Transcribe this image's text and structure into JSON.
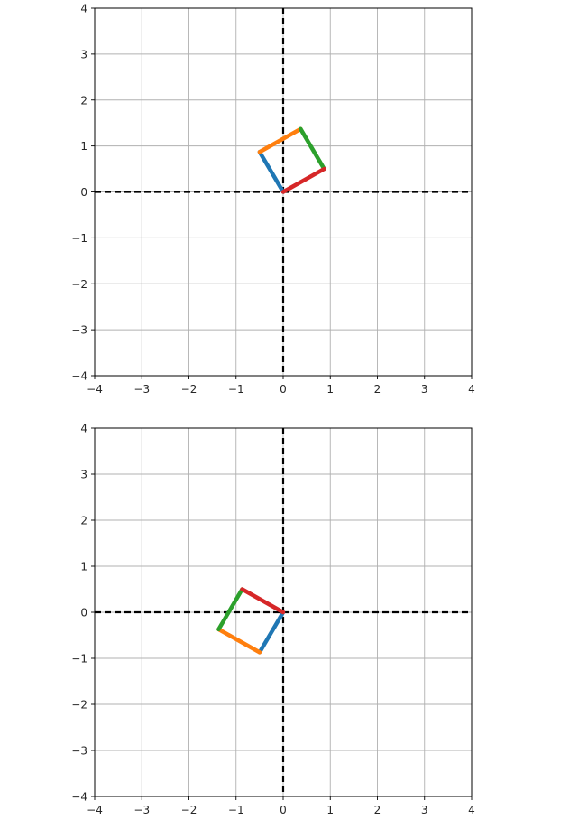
{
  "chart_data": [
    {
      "type": "line",
      "title": "",
      "xlabel": "",
      "ylabel": "",
      "xlim": [
        -4,
        4
      ],
      "ylim": [
        -4,
        4
      ],
      "xticks": [
        -4,
        -3,
        -2,
        -1,
        0,
        1,
        2,
        3,
        4
      ],
      "yticks": [
        -4,
        -3,
        -2,
        -1,
        0,
        1,
        2,
        3,
        4
      ],
      "xtick_labels": [
        "−4",
        "−3",
        "−2",
        "−1",
        "0",
        "1",
        "2",
        "3",
        "4"
      ],
      "ytick_labels": [
        "−4",
        "−3",
        "−2",
        "−1",
        "0",
        "1",
        "2",
        "3",
        "4"
      ],
      "grid": true,
      "axis_lines": {
        "x": 0,
        "y": 0,
        "style": "dashed",
        "color": "#000000"
      },
      "series": [
        {
          "color": "#1f77b4",
          "x": [
            0,
            -0.5
          ],
          "y": [
            0,
            0.87
          ]
        },
        {
          "color": "#ff7f0e",
          "x": [
            -0.5,
            0.37
          ],
          "y": [
            0.87,
            1.37
          ]
        },
        {
          "color": "#2ca02c",
          "x": [
            0.37,
            0.87
          ],
          "y": [
            1.37,
            0.5
          ]
        },
        {
          "color": "#d62728",
          "x": [
            0.87,
            0
          ],
          "y": [
            0.5,
            0
          ]
        }
      ]
    },
    {
      "type": "line",
      "title": "",
      "xlabel": "",
      "ylabel": "",
      "xlim": [
        -4,
        4
      ],
      "ylim": [
        -4,
        4
      ],
      "xticks": [
        -4,
        -3,
        -2,
        -1,
        0,
        1,
        2,
        3,
        4
      ],
      "yticks": [
        -4,
        -3,
        -2,
        -1,
        0,
        1,
        2,
        3,
        4
      ],
      "xtick_labels": [
        "−4",
        "−3",
        "−2",
        "−1",
        "0",
        "1",
        "2",
        "3",
        "4"
      ],
      "ytick_labels": [
        "−4",
        "−3",
        "−2",
        "−1",
        "0",
        "1",
        "2",
        "3",
        "4"
      ],
      "grid": true,
      "axis_lines": {
        "x": 0,
        "y": 0,
        "style": "dashed",
        "color": "#000000"
      },
      "series": [
        {
          "color": "#1f77b4",
          "x": [
            0,
            -0.5
          ],
          "y": [
            0,
            -0.87
          ]
        },
        {
          "color": "#ff7f0e",
          "x": [
            -0.5,
            -1.37
          ],
          "y": [
            -0.87,
            -0.37
          ]
        },
        {
          "color": "#2ca02c",
          "x": [
            -1.37,
            -0.87
          ],
          "y": [
            -0.37,
            0.5
          ]
        },
        {
          "color": "#d62728",
          "x": [
            -0.87,
            0
          ],
          "y": [
            0.5,
            0
          ]
        }
      ]
    }
  ]
}
